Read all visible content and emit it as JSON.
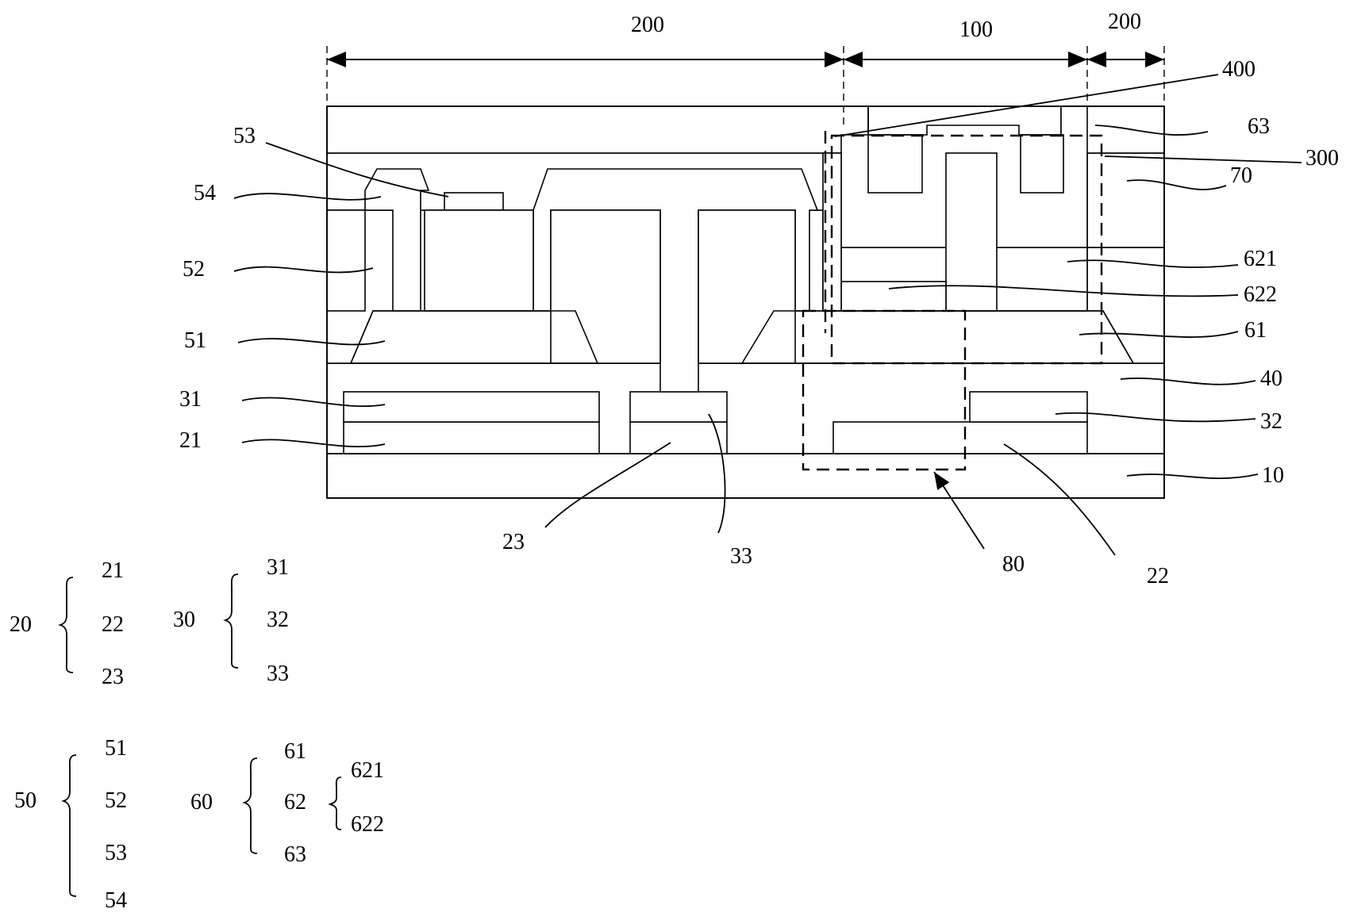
{
  "dimensions": [
    {
      "label": "200"
    },
    {
      "label": "100"
    },
    {
      "label": "200"
    }
  ],
  "callouts": {
    "c400": "400",
    "c63": "63",
    "c300": "300",
    "c70": "70",
    "c621": "621",
    "c622": "622",
    "c61": "61",
    "c40": "40",
    "c32": "32",
    "c10": "10",
    "c53": "53",
    "c54": "54",
    "c52": "52",
    "c51": "51",
    "c31": "31",
    "c21": "21",
    "c23": "23",
    "c33": "33",
    "c80": "80",
    "c22": "22"
  },
  "legend": {
    "g20": {
      "label": "20",
      "items": [
        "21",
        "22",
        "23"
      ]
    },
    "g30": {
      "label": "30",
      "items": [
        "31",
        "32",
        "33"
      ]
    },
    "g50": {
      "label": "50",
      "items": [
        "51",
        "52",
        "53",
        "54"
      ]
    },
    "g60": {
      "label": "60",
      "items": [
        "61",
        "62",
        "63"
      ]
    },
    "g62": {
      "items": [
        "621",
        "622"
      ]
    }
  }
}
